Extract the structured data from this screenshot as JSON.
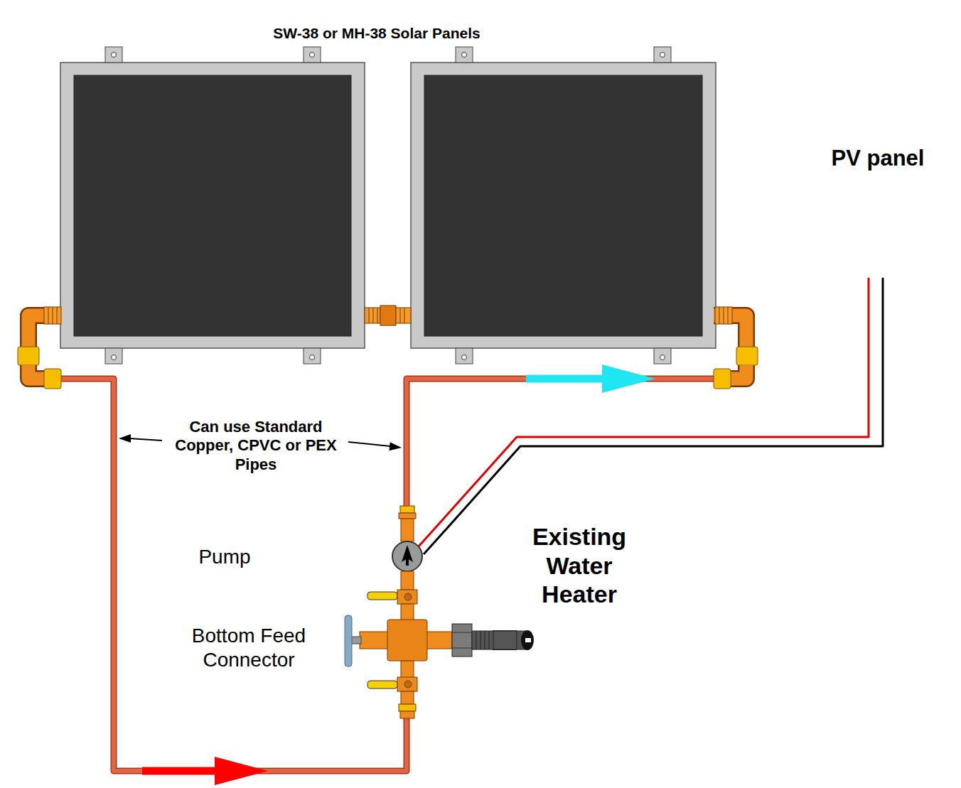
{
  "diagram": {
    "nodes": [
      {
        "text": [
          "SW-38 or MH-38 Solar Panels"
        ]
      },
      {
        "text": [
          "PV panel"
        ]
      },
      {
        "text": [
          "Pump"
        ]
      },
      {
        "text": [
          "Bottom Feed Connector"
        ]
      },
      {
        "text": [
          "Existing Water Heater"
        ]
      }
    ],
    "edges": [
      {
        "from": 0,
        "to": 3,
        "arrow": "to"
      },
      {
        "from": 1,
        "to": 2,
        "arrow": "none"
      },
      {
        "from": 2,
        "to": 0,
        "arrow": "to"
      },
      {
        "from": 3,
        "to": 4,
        "arrow": "none"
      }
    ],
    "labels": [
      "Can use Standard Copper, CPVC or PEX Pipes"
    ]
  }
}
